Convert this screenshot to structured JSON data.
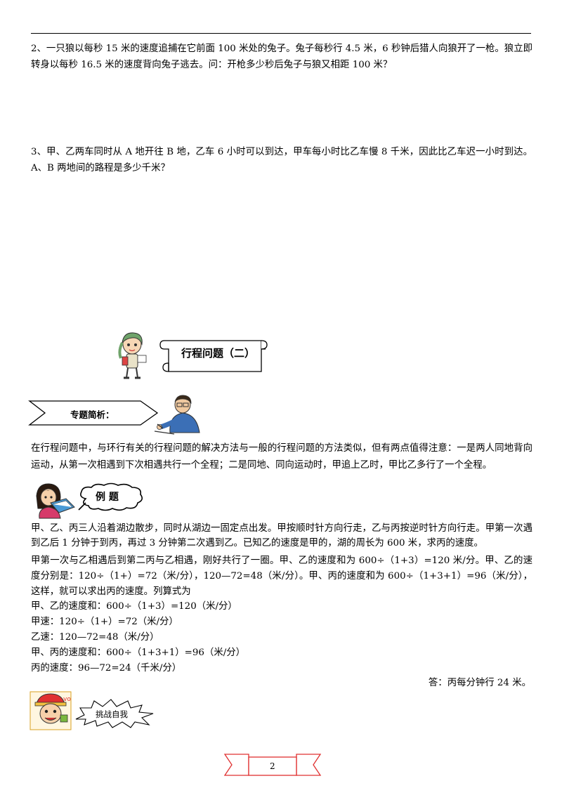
{
  "problems": {
    "p2": "2、一只狼以每秒 15 米的速度追捕在它前面 100 米处的兔子。兔子每秒行 4.5 米，6 秒钟后猎人向狼开了一枪。狼立即转身以每秒 16.5 米的速度背向兔子逃去。问：开枪多少秒后兔子与狼又相距 100 米？",
    "p3": "3、甲、乙两车同时从 A 地开往 B 地，乙车 6 小时可以到达，甲车每小时比乙车慢 8 千米，因此比乙车迟一小时到达。A、B 两地间的路程是多少千米？"
  },
  "section": {
    "title": "行程问题（二）",
    "intro_label": "专题简析：",
    "intro_text": "在行程问题中，与环行有关的行程问题的解决方法与一般的行程问题的方法类似，但有两点值得注意：一是两人同地背向运动，从第一次相遇到下次相遇共行一个全程；二是同地、同向运动时，甲追上乙时，甲比乙多行了一个全程。"
  },
  "example": {
    "label": "例 题",
    "problem": "甲、乙、丙三人沿着湖边散步，同时从湖边一固定点出发。甲按顺时针方向行走，乙与丙按逆时针方向行走。甲第一次遇到乙后 1 分钟于到丙，再过 3 分钟第二次遇到乙。已知乙的速度是甲的，湖的周长为 600 米，求丙的速度。",
    "analysis": "甲第一次与乙相遇后到第二丙与乙相遇，刚好共行了一圈。甲、乙的速度和为 600÷（1+3）=120 米/分。甲、乙的速度分别是：120÷（1+）=72（米/分），120—72=48（米/分）。甲、丙的速度和为 600÷（1+3+1）=96（米/分），这样，就可以求出丙的速度。列算式为",
    "steps": [
      "甲、乙的速度和：600÷（1+3）=120（米/分）",
      "甲速：120÷（1+）=72（米/分）",
      "乙速：120—72=48（米/分）",
      "甲、丙的速度和：600÷（1+3+1）=96（米/分）",
      "丙的速度：96—72=24（千米/分）"
    ],
    "answer": "答：丙每分钟行 24 米。"
  },
  "challenge": {
    "label": "挑战自我"
  },
  "footer": {
    "page_number": "2"
  }
}
